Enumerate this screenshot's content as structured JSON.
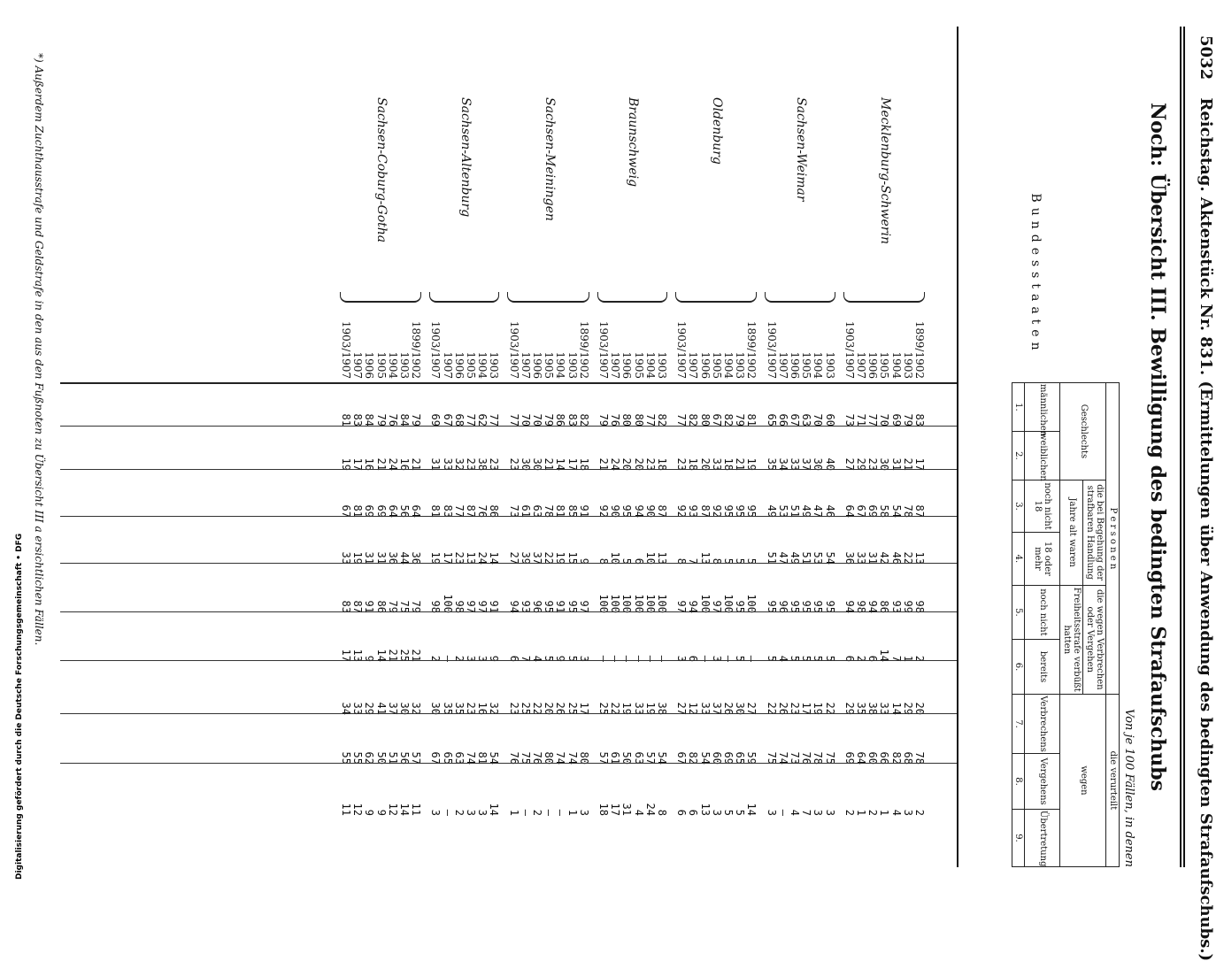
{
  "header": {
    "page_number": "5032",
    "running_title": "Reichstag. Aktenstück Nr. 831. (Ermittelungen über Anwendung des bedingten Strafaufschubs.)",
    "title": "Noch: Übersicht III. Bewilligung des bedingten Strafaufschubs",
    "subtitle": "Von je 100 Fällen, in denen"
  },
  "column_headers": {
    "states": "Bundesstaaten",
    "persons": "P e r s o n e n",
    "convicted": "die verurteilt",
    "geschlecht": "Geschlechts",
    "maennlichen": "männlichen",
    "weiblichen": "weiblichen",
    "bei_begehung": "die bei Begehung der strafbaren Handlung",
    "jahre_alt": "Jahre alt waren",
    "noch_nicht_18": "noch nicht 18",
    "18_oder_mehr": "18 oder mehr",
    "wegen_verbrechen": "die wegen Verbrechen oder Vergehen",
    "freiheitsstrafe": "Freiheitsstrafe verbüßt hatten",
    "noch_nicht": "noch nicht",
    "bereits": "bereits",
    "wegen": "wegen",
    "verbrechens": "Verbrechens",
    "vergehens": "Vergehens",
    "uebertretung": "Übertretung",
    "col_numbers": [
      "1.",
      "2.",
      "3.",
      "4.",
      "5.",
      "6.",
      "7.",
      "8.",
      "9."
    ]
  },
  "groups": [
    {
      "name": "Mecklenburg-Schwerin",
      "rows": [
        {
          "year": "1899/1902",
          "values": [
            "83",
            "17",
            "87",
            "13",
            "98",
            "2",
            "20",
            "78",
            "2"
          ]
        },
        {
          "year": "1903",
          "values": [
            "79",
            "21",
            "78",
            "22",
            "99",
            "1",
            "29",
            "68",
            "3"
          ]
        },
        {
          "year": "1904",
          "values": [
            "69",
            "31",
            "54",
            "46",
            "93",
            "7",
            "14",
            "82",
            "4"
          ]
        },
        {
          "year": "1905",
          "values": [
            "70",
            "30",
            "58",
            "42",
            "86",
            "14",
            "33",
            "66",
            "1"
          ]
        },
        {
          "year": "1906",
          "values": [
            "77",
            "23",
            "69",
            "31",
            "94",
            "6",
            "38",
            "60",
            "2"
          ]
        },
        {
          "year": "1907",
          "values": [
            "71",
            "29",
            "67",
            "33",
            "98",
            "2",
            "35",
            "64",
            "1"
          ]
        },
        {
          "year": "1903/1907",
          "values": [
            "73",
            "27",
            "64",
            "36",
            "94",
            "6",
            "29",
            "69",
            "2"
          ]
        }
      ]
    },
    {
      "name": "Sachsen-Weimar",
      "rows": [
        {
          "year": "1903",
          "values": [
            "60",
            "40",
            "46",
            "54",
            "95",
            "5",
            "22",
            "75",
            "3"
          ]
        },
        {
          "year": "1904",
          "values": [
            "70",
            "30",
            "47",
            "53",
            "95",
            "5",
            "19",
            "78",
            "3"
          ]
        },
        {
          "year": "1905",
          "values": [
            "63",
            "37",
            "49",
            "51",
            "95",
            "5",
            "17",
            "76",
            "7"
          ]
        },
        {
          "year": "1906",
          "values": [
            "67",
            "33",
            "51",
            "49",
            "95",
            "5",
            "23",
            "73",
            "4"
          ]
        },
        {
          "year": "1907",
          "values": [
            "66",
            "34",
            "53",
            "47",
            "96",
            "4",
            "26",
            "74",
            "—"
          ]
        },
        {
          "year": "1903/1907",
          "values": [
            "65",
            "35",
            "49",
            "51",
            "95",
            "5",
            "22",
            "75",
            "3"
          ]
        }
      ]
    },
    {
      "name": "Oldenburg",
      "rows": [
        {
          "year": "1899/1902",
          "values": [
            "81",
            "19",
            "95",
            "5",
            "100",
            "—",
            "27",
            "59",
            "14"
          ]
        },
        {
          "year": "1903",
          "values": [
            "79",
            "21",
            "95",
            "5",
            "95",
            "5",
            "30",
            "65",
            "5"
          ]
        },
        {
          "year": "1904",
          "values": [
            "82",
            "18",
            "95",
            "5",
            "100",
            "—",
            "26",
            "69",
            "5"
          ]
        },
        {
          "year": "1905",
          "values": [
            "67",
            "33",
            "92",
            "8",
            "97",
            "3",
            "37",
            "60",
            "3"
          ]
        },
        {
          "year": "1906",
          "values": [
            "80",
            "20",
            "87",
            "13",
            "100",
            "—",
            "33",
            "54",
            "13"
          ]
        },
        {
          "year": "1907",
          "values": [
            "82",
            "18",
            "93",
            "7",
            "94",
            "6",
            "12",
            "82",
            "6"
          ]
        },
        {
          "year": "1903/1907",
          "values": [
            "77",
            "23",
            "92",
            "8",
            "97",
            "3",
            "27",
            "67",
            "6"
          ]
        }
      ]
    },
    {
      "name": "Braunschweig",
      "rows": [
        {
          "year": "1903",
          "values": [
            "82",
            "18",
            "87",
            "13",
            "100",
            "—",
            "38",
            "54",
            "8"
          ]
        },
        {
          "year": "1904",
          "values": [
            "77",
            "23",
            "90",
            "10",
            "100",
            "—",
            "19",
            "57",
            "24"
          ]
        },
        {
          "year": "1905",
          "values": [
            "80",
            "20",
            "94",
            "6",
            "100",
            "—",
            "33",
            "63",
            "4"
          ]
        },
        {
          "year": "1906",
          "values": [
            "80",
            "20",
            "95",
            "5",
            "100",
            "—",
            "19",
            "50",
            "31"
          ]
        },
        {
          "year": "1907",
          "values": [
            "76",
            "24",
            "90",
            "10",
            "100",
            "—",
            "22",
            "61",
            "17"
          ]
        },
        {
          "year": "1903/1907",
          "values": [
            "79",
            "21",
            "92",
            "8",
            "100",
            "—",
            "25",
            "57",
            "18"
          ]
        }
      ]
    },
    {
      "name": "Sachsen-Meiningen",
      "rows": [
        {
          "year": "1899/1902",
          "values": [
            "82",
            "18",
            "91",
            "9",
            "97",
            "3",
            "17",
            "80",
            "3"
          ]
        },
        {
          "year": "1903",
          "values": [
            "83",
            "17",
            "85",
            "15",
            "95",
            "5",
            "25",
            "74",
            "1"
          ]
        },
        {
          "year": "1904",
          "values": [
            "86",
            "14",
            "81",
            "19",
            "91",
            "9",
            "26",
            "74",
            "—"
          ]
        },
        {
          "year": "1905",
          "values": [
            "79",
            "21",
            "78",
            "22",
            "95",
            "5",
            "20",
            "80",
            "—"
          ]
        },
        {
          "year": "1906",
          "values": [
            "70",
            "30",
            "63",
            "37",
            "96",
            "4",
            "22",
            "76",
            "2"
          ]
        },
        {
          "year": "1907",
          "values": [
            "70",
            "30",
            "61",
            "39",
            "93",
            "7",
            "25",
            "75",
            "—"
          ]
        },
        {
          "year": "1903/1907",
          "values": [
            "77",
            "23",
            "73",
            "27",
            "94",
            "6",
            "23",
            "76",
            "1"
          ]
        }
      ]
    },
    {
      "name": "Sachsen-Altenburg",
      "rows": [
        {
          "year": "1903",
          "values": [
            "77",
            "23",
            "86",
            "14",
            "91",
            "9",
            "32",
            "54",
            "14"
          ]
        },
        {
          "year": "1904",
          "values": [
            "62",
            "38",
            "76",
            "24",
            "97",
            "3",
            "16",
            "81",
            "3"
          ]
        },
        {
          "year": "1905",
          "values": [
            "77",
            "23",
            "87",
            "13",
            "97",
            "3",
            "23",
            "74",
            "3"
          ]
        },
        {
          "year": "1906",
          "values": [
            "68",
            "32",
            "77",
            "23",
            "98",
            "2",
            "35",
            "63",
            "2"
          ]
        },
        {
          "year": "1907",
          "values": [
            "67",
            "33",
            "83",
            "17",
            "100",
            "—",
            "35",
            "65",
            "—"
          ]
        },
        {
          "year": "1903/1907",
          "values": [
            "69",
            "31",
            "81",
            "19",
            "98",
            "2",
            "30",
            "67",
            "3"
          ]
        }
      ]
    },
    {
      "name": "Sachsen-Coburg-Gotha",
      "rows": [
        {
          "year": "1899/1902",
          "values": [
            "79",
            "21",
            "64",
            "36",
            "79",
            "21",
            "32",
            "57",
            "11"
          ]
        },
        {
          "year": "1903",
          "values": [
            "84",
            "16",
            "56",
            "44",
            "75",
            "25",
            "30",
            "56",
            "14"
          ]
        },
        {
          "year": "1904",
          "values": [
            "76",
            "24",
            "64",
            "36",
            "79",
            "21",
            "37",
            "51",
            "12"
          ]
        },
        {
          "year": "1905",
          "values": [
            "79",
            "21",
            "69",
            "31",
            "86",
            "14",
            "41",
            "50",
            "9"
          ]
        },
        {
          "year": "1906",
          "values": [
            "84",
            "16",
            "69",
            "31",
            "91",
            "9",
            "29",
            "62",
            "9"
          ]
        },
        {
          "year": "1907",
          "values": [
            "83",
            "17",
            "81",
            "19",
            "87",
            "13",
            "33",
            "55",
            "12"
          ]
        },
        {
          "year": "1903/1907",
          "values": [
            "81",
            "19",
            "67",
            "33",
            "83",
            "17",
            "34",
            "55",
            "11"
          ]
        }
      ]
    }
  ],
  "footnote": "*) Außerdem Zuchthausstrafe und Geldstrafe in den aus den Fußnoten zu Übersicht III a ersichtlichen Fällen.",
  "credit": "Digitalisierung gefördert durch die Deutsche Forschungsgemeinschaft • DFG"
}
